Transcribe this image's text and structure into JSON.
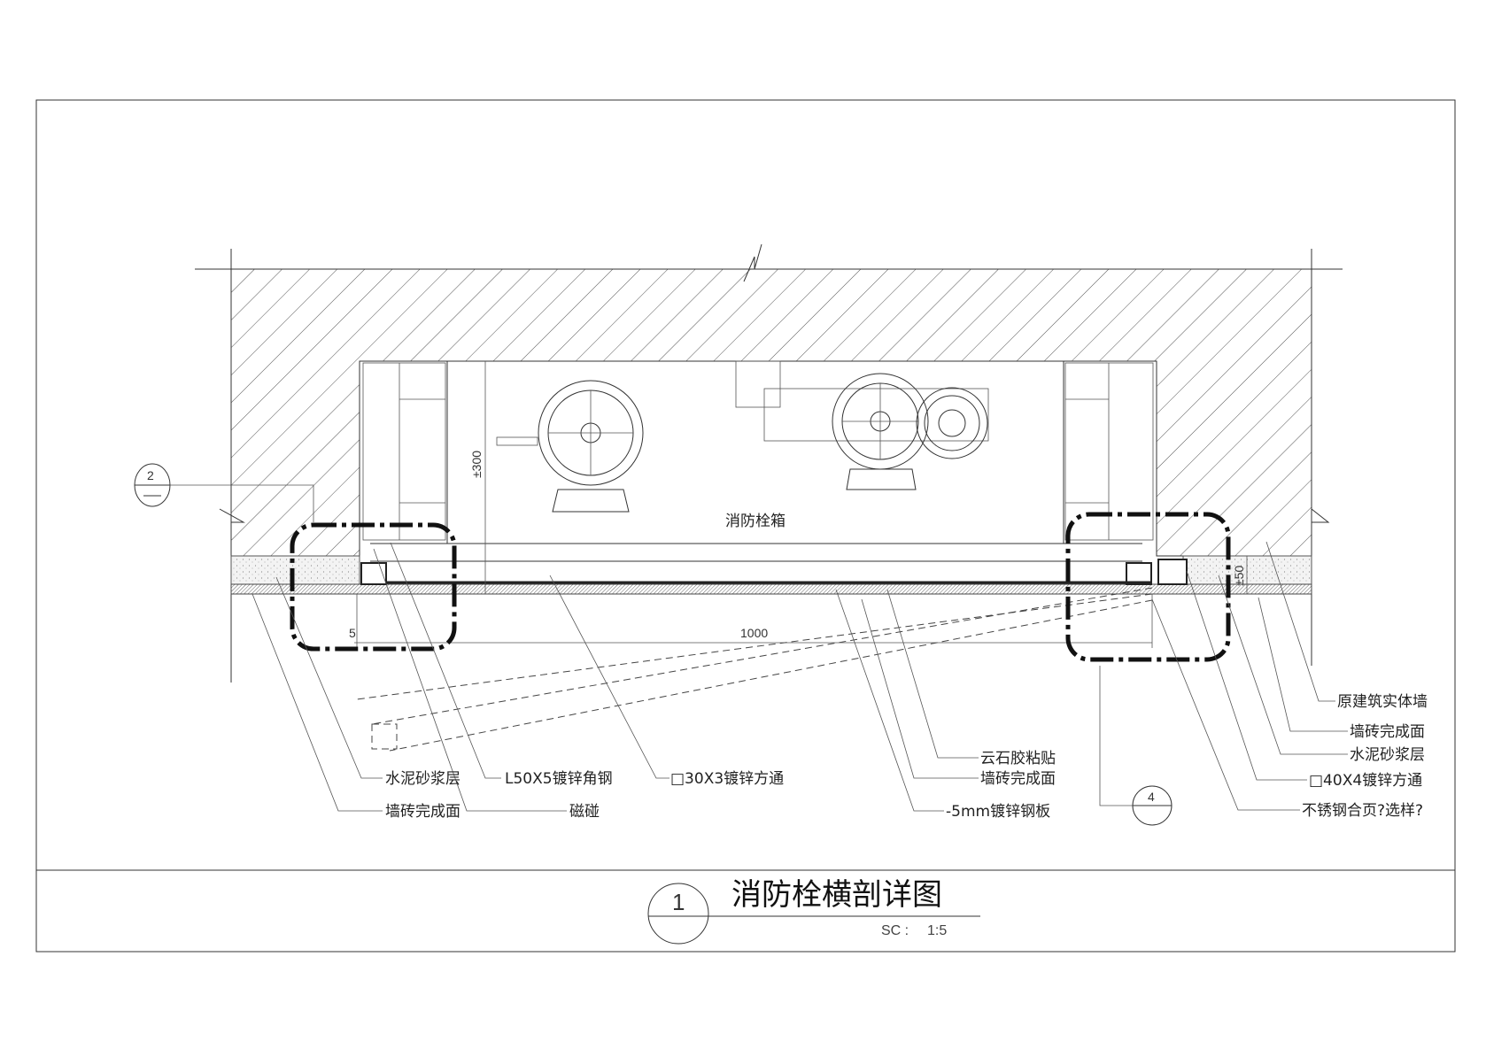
{
  "drawing": {
    "title": "消防栓横剖详图",
    "detail_number": "1",
    "scale_label": "SC :",
    "scale_value": "1:5",
    "cabinet_label": "消防栓箱",
    "dimensions": {
      "depth": "±300",
      "width": "1000",
      "gap": "5",
      "finish": "±50"
    },
    "references": {
      "left_section": "2",
      "right_section": "4"
    },
    "labels_left": [
      {
        "text": "水泥砂浆层"
      },
      {
        "text": "墙砖完成面"
      },
      {
        "text": "L50X5镀锌角钢"
      },
      {
        "text": "磁碰"
      },
      {
        "text": "□30X3镀锌方通"
      }
    ],
    "labels_mid": [
      {
        "text": "云石胶粘贴"
      },
      {
        "text": "墙砖完成面"
      },
      {
        "text": "-5mm镀锌钢板"
      }
    ],
    "labels_right": [
      {
        "text": "原建筑实体墙"
      },
      {
        "text": "墙砖完成面"
      },
      {
        "text": "水泥砂浆层"
      },
      {
        "text": "□40X4镀锌方通"
      },
      {
        "text": "不锈钢合页?选样?"
      }
    ]
  }
}
